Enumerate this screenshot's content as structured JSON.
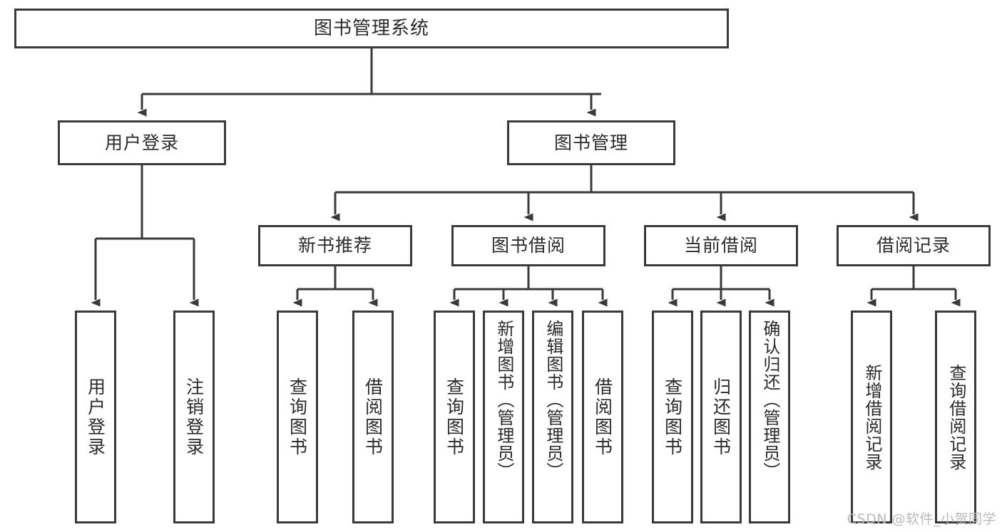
{
  "diagram": {
    "type": "tree-hierarchy",
    "title": "图书管理系统",
    "orientation": "top-down",
    "colors": {
      "box_border": "#3a3a3a",
      "box_fill": "#ffffff",
      "connector": "#3a3a3a",
      "text": "#2b2b2b",
      "watermark": "#b9b9b9"
    },
    "levels": [
      {
        "level": 1,
        "nodes": [
          {
            "id": "root",
            "label": "图书管理系统",
            "orientation": "horizontal"
          }
        ]
      },
      {
        "level": 2,
        "nodes": [
          {
            "id": "user-login",
            "label": "用户登录",
            "orientation": "horizontal",
            "parent": "root"
          },
          {
            "id": "book-manage",
            "label": "图书管理",
            "orientation": "horizontal",
            "parent": "root"
          }
        ]
      },
      {
        "level": 3,
        "nodes": [
          {
            "id": "new-book-rec",
            "label": "新书推荐",
            "orientation": "horizontal",
            "parent": "book-manage"
          },
          {
            "id": "book-borrow",
            "label": "图书借阅",
            "orientation": "horizontal",
            "parent": "book-manage"
          },
          {
            "id": "current-borrow",
            "label": "当前借阅",
            "orientation": "horizontal",
            "parent": "book-manage"
          },
          {
            "id": "borrow-record",
            "label": "借阅记录",
            "orientation": "horizontal",
            "parent": "book-manage"
          }
        ]
      },
      {
        "level": 4,
        "nodes": [
          {
            "id": "leaf-user-login",
            "label": "用户登录",
            "orientation": "vertical",
            "parent": "user-login"
          },
          {
            "id": "leaf-user-logout",
            "label": "注销登录",
            "orientation": "vertical",
            "parent": "user-login"
          },
          {
            "id": "leaf-rec-query",
            "label": "查询图书",
            "orientation": "vertical",
            "parent": "new-book-rec"
          },
          {
            "id": "leaf-rec-borrow",
            "label": "借阅图书",
            "orientation": "vertical",
            "parent": "new-book-rec"
          },
          {
            "id": "leaf-borrow-query",
            "label": "查询图书",
            "orientation": "vertical",
            "parent": "book-borrow"
          },
          {
            "id": "leaf-borrow-add",
            "label": "新增图书（管理员）",
            "orientation": "vertical",
            "parent": "book-borrow"
          },
          {
            "id": "leaf-borrow-edit",
            "label": "编辑图书（管理员）",
            "orientation": "vertical",
            "parent": "book-borrow"
          },
          {
            "id": "leaf-borrow-lend",
            "label": "借阅图书",
            "orientation": "vertical",
            "parent": "book-borrow"
          },
          {
            "id": "leaf-current-query",
            "label": "查询图书",
            "orientation": "vertical",
            "parent": "current-borrow"
          },
          {
            "id": "leaf-current-return",
            "label": "归还图书",
            "orientation": "vertical",
            "parent": "current-borrow"
          },
          {
            "id": "leaf-current-confirm",
            "label": "确认归还（管理员）",
            "orientation": "vertical",
            "parent": "current-borrow"
          },
          {
            "id": "leaf-record-add",
            "label": "新增借阅记录",
            "orientation": "vertical",
            "parent": "borrow-record"
          },
          {
            "id": "leaf-record-query",
            "label": "查询借阅记录",
            "orientation": "vertical",
            "parent": "borrow-record"
          }
        ]
      }
    ]
  },
  "watermark": {
    "text": "CSDN @软件_小贺同学"
  }
}
